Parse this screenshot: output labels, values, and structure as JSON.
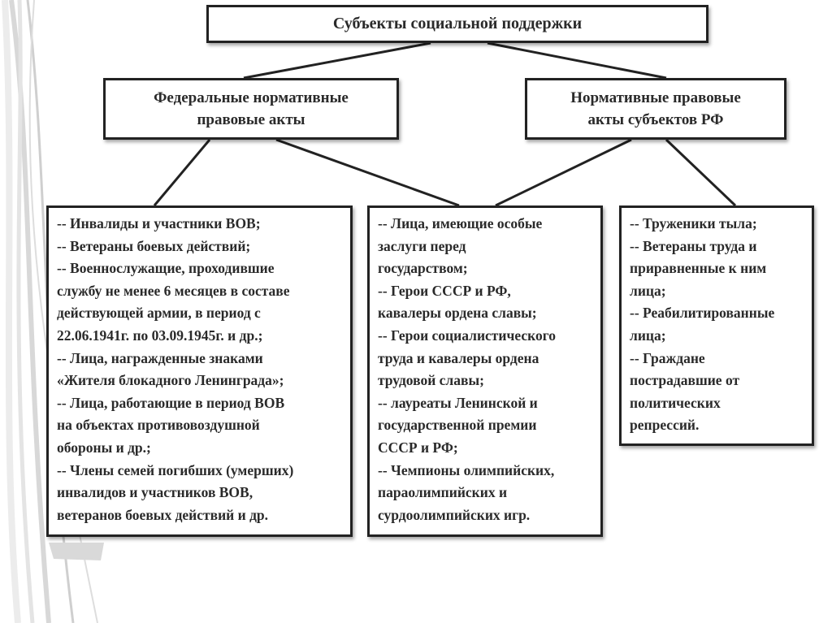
{
  "diagram": {
    "title": "Субъекты социальной поддержки",
    "federal_title": [
      "Федеральные нормативные",
      "правовые акты"
    ],
    "regional_title": [
      "Нормативные правовые",
      "акты субъектов РФ"
    ],
    "left_list": [
      "-- Инвалиды и участники ВОВ;",
      "-- Ветераны боевых действий;",
      "-- Военнослужащие, проходившие",
      "службу не менее 6 месяцев в составе",
      "действующей армии, в период с",
      "22.06.1941г. по 03.09.1945г. и др.;",
      "-- Лица, награжденные знаками",
      "«Жителя блокадного Ленинграда»;",
      "-- Лица, работающие в период ВОВ",
      "на объектах противовоздушной",
      "обороны и др.;",
      "-- Члены семей погибших (умерших)",
      "инвалидов и участников ВОВ,",
      "ветеранов боевых действий и др."
    ],
    "center_list": [
      "-- Лица, имеющие особые",
      "заслуги перед",
      "государством;",
      "-- Герои СССР и РФ,",
      "кавалеры ордена славы;",
      "-- Герои социалистического",
      "труда и кавалеры ордена",
      "трудовой славы;",
      "-- лауреаты Ленинской и",
      "государственной премии",
      "СССР и РФ;",
      "-- Чемпионы олимпийских,",
      "параолимпийских и",
      "сурдоолимпийских игр."
    ],
    "right_list": [
      "-- Труженики тыла;",
      "-- Ветераны труда и",
      "приравненные к ним",
      "лица;",
      "-- Реабилитированные",
      "лица;",
      "-- Граждане",
      "пострадавшие от",
      "политических",
      "репрессий."
    ]
  }
}
